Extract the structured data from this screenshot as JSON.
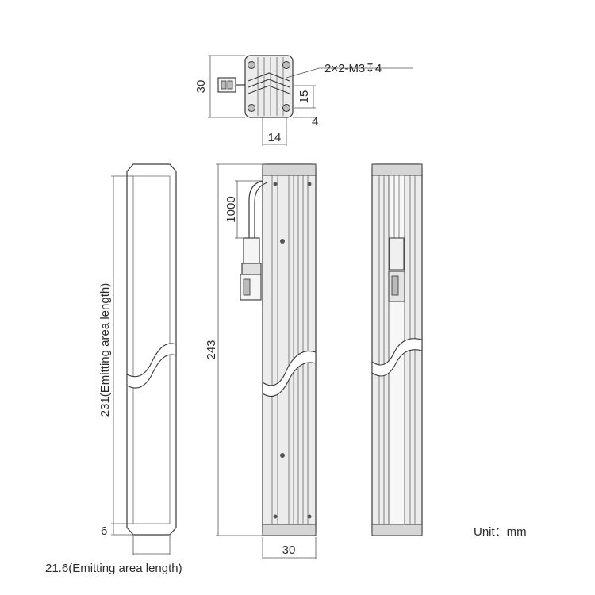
{
  "dimensions": {
    "top_height": "30",
    "hole_spec": "2×2-M3",
    "hole_depth": "4",
    "hole_pitch": "15",
    "hole_edge": "4",
    "hole_offset": "14",
    "cable_length": "1000",
    "total_length": "243",
    "emitting_length": "231(Emitting area length)",
    "end_margin": "6",
    "width": "30",
    "emitting_width": "21.6(Emitting area length)"
  },
  "unit": "Unit：mm",
  "colors": {
    "line": "#3a3a3a",
    "text": "#2b2b2b",
    "metal": "#e9e9e9"
  }
}
